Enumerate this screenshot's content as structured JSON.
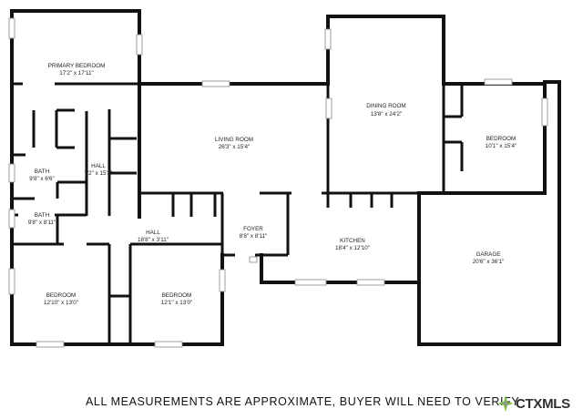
{
  "rooms": [
    {
      "id": "primary-bedroom",
      "name": "PRIMARY BEDROOM",
      "dims": "17'2\" x 17'11\""
    },
    {
      "id": "living-room",
      "name": "LIVING ROOM",
      "dims": "26'3\" x 15'4\""
    },
    {
      "id": "dining-room",
      "name": "DINING ROOM",
      "dims": "13'8\" x 24'2\""
    },
    {
      "id": "bedroom-ne",
      "name": "BEDROOM",
      "dims": "10'1\" x 15'4\""
    },
    {
      "id": "bath-upper",
      "name": "BATH",
      "dims": "9'8\" x 6'6\""
    },
    {
      "id": "hall-vertical",
      "name": "HALL",
      "dims": "7'2\" x 15'3\""
    },
    {
      "id": "bath-lower",
      "name": "BATH",
      "dims": "9'8\" x 8'11\""
    },
    {
      "id": "hall-horizontal",
      "name": "HALL",
      "dims": "18'8\" x 3'11\""
    },
    {
      "id": "foyer",
      "name": "FOYER",
      "dims": "8'8\" x 8'11\""
    },
    {
      "id": "kitchen",
      "name": "KITCHEN",
      "dims": "18'4\" x 12'10\""
    },
    {
      "id": "garage",
      "name": "GARAGE",
      "dims": "20'6\" x 36'1\""
    },
    {
      "id": "bedroom-sw",
      "name": "BEDROOM",
      "dims": "12'10\" x 13'0\""
    },
    {
      "id": "bedroom-s",
      "name": "BEDROOM",
      "dims": "12'1\" x 13'0\""
    }
  ],
  "disclaimer": "ALL MEASUREMENTS ARE APPROXIMATE, BUYER WILL NEED TO VERIFY",
  "logo": {
    "text": "CTXMLS",
    "icon": "ctx-star-icon",
    "color_green": "#7cbf3f",
    "color_gray": "#8f959a"
  }
}
